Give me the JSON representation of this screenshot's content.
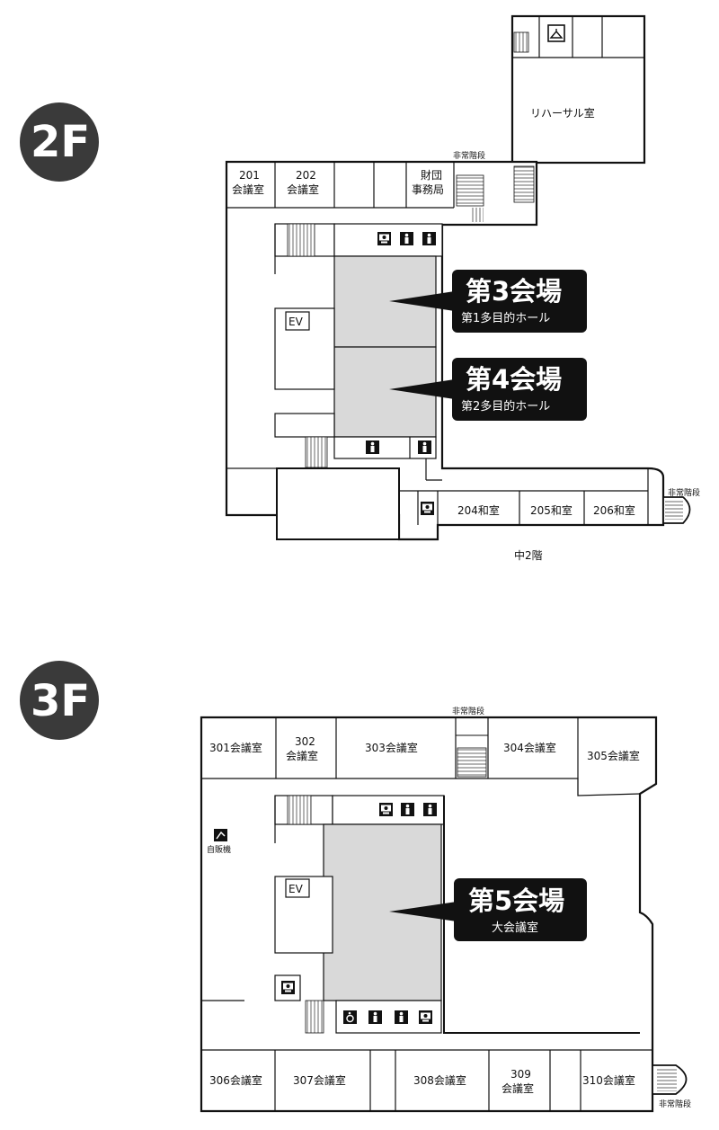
{
  "floors": {
    "f2": {
      "badge": "2F",
      "rooms": {
        "r201a": "201",
        "r201b": "会議室",
        "r202a": "202",
        "r202b": "会議室",
        "zaidan_a": "財団",
        "zaidan_b": "事務局",
        "rehearsal": "リハーサル室",
        "ev": "EV",
        "r204": "204和室",
        "r205": "205和室",
        "r206": "206和室"
      },
      "emergency_stairs": "非常階段",
      "emergency_stairs_east": "非常階段",
      "mezzanine": "中2階",
      "halls": [
        {
          "title": "第3会場",
          "subtitle": "第1多目的ホール"
        },
        {
          "title": "第4会場",
          "subtitle": "第2多目的ホール"
        }
      ]
    },
    "f3": {
      "badge": "3F",
      "rooms": {
        "r301": "301会議室",
        "r302a": "302",
        "r302b": "会議室",
        "r303": "303会議室",
        "r304": "304会議室",
        "r305": "305会議室",
        "vending": "自販機",
        "ev": "EV",
        "r306": "306会議室",
        "r307": "307会議室",
        "r308": "308会議室",
        "r309a": "309",
        "r309b": "会議室",
        "r310": "310会議室"
      },
      "emergency_stairs": "非常階段",
      "emergency_stairs_east": "非常階段",
      "hall": {
        "title": "第5会場",
        "subtitle": "大会議室"
      }
    }
  },
  "colors": {
    "hall_fill": "#d9d9d9",
    "label_bg": "#111111",
    "badge_bg": "#3a3a3a",
    "wall": "#111111"
  }
}
